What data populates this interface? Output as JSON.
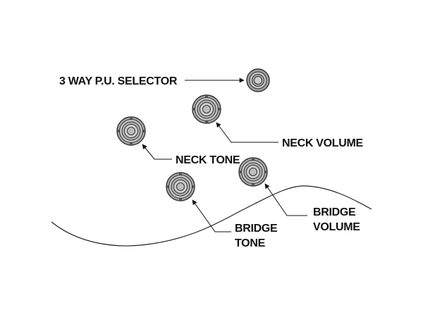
{
  "diagram": {
    "title": "Guitar control layout",
    "colors": {
      "ink": "#111111",
      "knob_fill": "#b8b8b8",
      "knob_dark": "#555555",
      "background": "#ffffff"
    },
    "labels": {
      "selector": "3 WAY P.U. SELECTOR",
      "neck_volume": "NECK VOLUME",
      "neck_tone": "NECK TONE",
      "bridge_tone_line1": "BRIDGE",
      "bridge_tone_line2": "TONE",
      "bridge_volume_line1": "BRIDGE",
      "bridge_volume_line2": "VOLUME"
    },
    "controls": [
      {
        "id": "selector",
        "kind": "switch"
      },
      {
        "id": "neck_volume",
        "kind": "knob"
      },
      {
        "id": "neck_tone",
        "kind": "knob"
      },
      {
        "id": "bridge_tone",
        "kind": "knob"
      },
      {
        "id": "bridge_volume",
        "kind": "knob"
      }
    ]
  }
}
